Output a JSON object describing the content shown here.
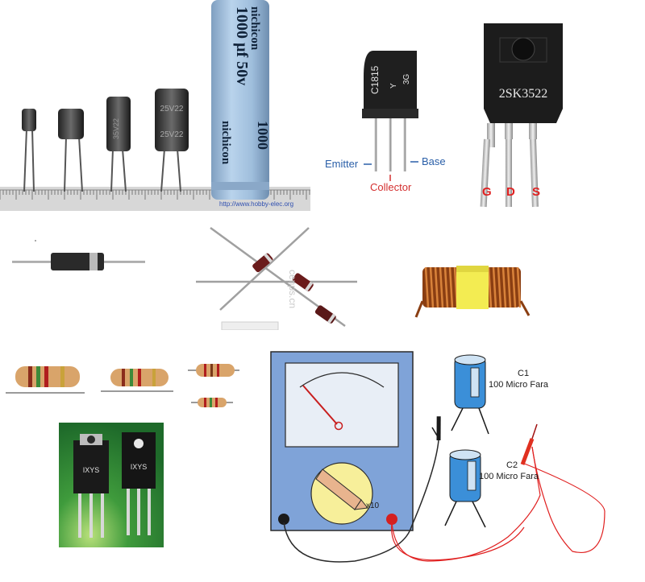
{
  "capacitors_photo": {
    "big_cap_text_1": "1000 µf 50v",
    "big_cap_text_2": "nichicon",
    "url": "http://www.hobby-elec.org",
    "small_cap_marks": [
      "35V22",
      "25V22"
    ]
  },
  "transistor": {
    "part": "C1815",
    "mark1": "Y",
    "mark2": "3G",
    "emitter": "Emitter",
    "base": "Base",
    "collector": "Collector"
  },
  "mosfet": {
    "part": "2SK3522",
    "pins": [
      "G",
      "D",
      "S"
    ]
  },
  "diodes_photo": {
    "watermark": "cenps.cn"
  },
  "meter": {
    "range": "x10"
  },
  "capacitor_test": {
    "c1_name": "C1",
    "c1_value": "100 Micro Fara",
    "c2_name": "C2",
    "c2_value": "100 Micro Fara"
  },
  "ixys_photo": {
    "brand": "IXYS"
  },
  "colors": {
    "meter_body": "#7fa3d8",
    "meter_face": "#e8eef6",
    "knob": "#f7ef9a",
    "cap_blue": "#3b8fd8",
    "label_blue": "#2a5fa8",
    "label_red": "#d43030",
    "pin_red": "#e03020",
    "coil_copper": "#b35a1e",
    "coil_yellow": "#f3ec52",
    "photo_green": "#2d8a3b"
  }
}
